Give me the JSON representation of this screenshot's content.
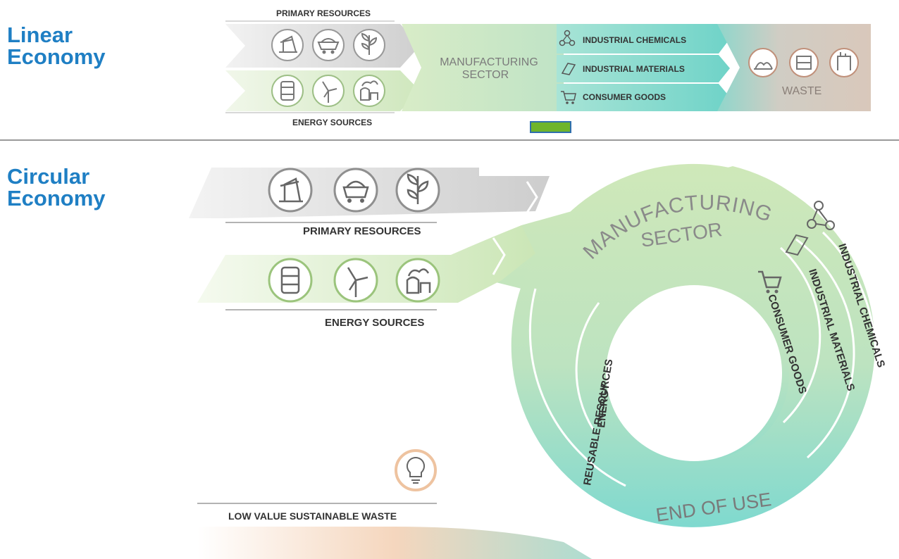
{
  "linear": {
    "title_line1": "Linear",
    "title_line2": "Economy",
    "primary_label": "PRIMARY RESOURCES",
    "energy_label": "ENERGY SOURCES",
    "manufacturing_line1": "MANUFACTURING",
    "manufacturing_line2": "SECTOR",
    "outputs": [
      "INDUSTRIAL CHEMICALS",
      "INDUSTRIAL MATERIALS",
      "CONSUMER GOODS"
    ],
    "waste_label": "WASTE",
    "primary_icons": [
      "oil-pump-icon",
      "mine-cart-icon",
      "plant-icon"
    ],
    "energy_icons": [
      "oil-barrel-icon",
      "wind-turbine-icon",
      "power-plant-icon"
    ],
    "waste_icons": [
      "landfill-icon",
      "incinerator-icon",
      "factory-waste-icon"
    ]
  },
  "circular": {
    "title_line1": "Circular",
    "title_line2": "Economy",
    "primary_label": "PRIMARY RESOURCES",
    "energy_label": "ENERGY SOURCES",
    "manufacturing_line1": "MANUFACTURING",
    "manufacturing_line2": "SECTOR",
    "outputs": [
      "CONSUMER GOODS",
      "INDUSTRIAL MATERIALS",
      "INDUSTRIAL CHEMICALS"
    ],
    "return_paths": [
      "REUSABLE RESOURCES",
      "ENERGY"
    ],
    "end_of_use_label": "END OF USE",
    "waste_label": "LOW VALUE SUSTAINABLE WASTE",
    "primary_icons": [
      "oil-pump-icon",
      "mine-cart-icon",
      "plant-icon"
    ],
    "energy_icons": [
      "oil-barrel-icon",
      "wind-turbine-icon",
      "power-plant-icon"
    ],
    "waste_icon": "lightbulb-icon"
  },
  "colors": {
    "heading_blue": "#1f7fc4",
    "green": "#c9e6b4",
    "teal": "#7fd9cf",
    "grey": "#d4d4d4",
    "waste_tan": "#d7c9bd",
    "bright_green_marker": "#6fb52c",
    "waste_orange": "#f2c9a8"
  }
}
